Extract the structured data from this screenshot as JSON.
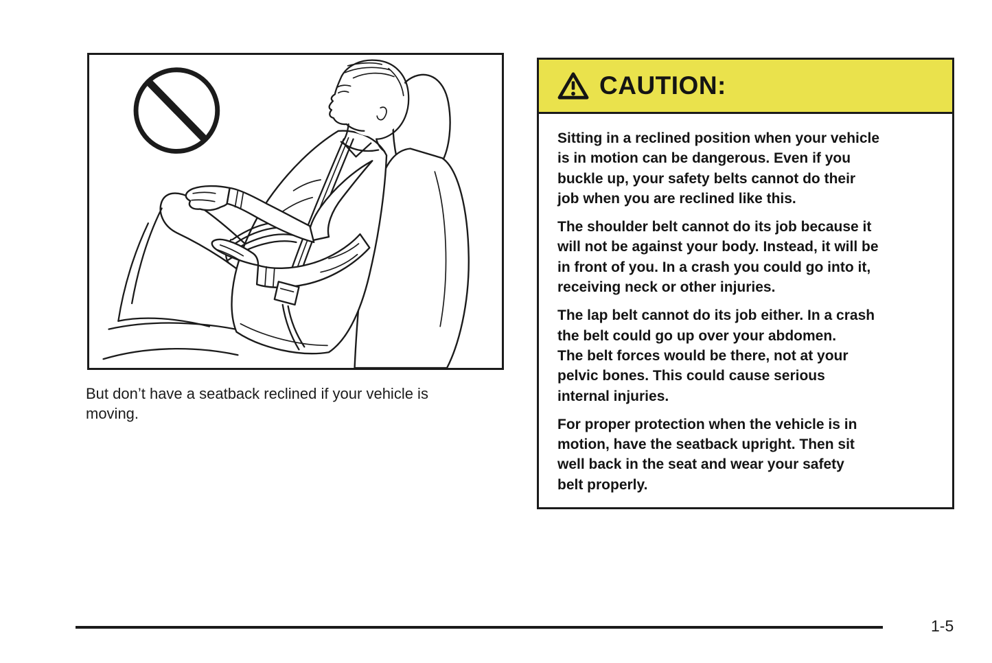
{
  "page": {
    "number": "1-5"
  },
  "figure": {
    "icon": "prohibition-circle-slash-icon",
    "subject": "person-reclined-in-vehicle-seat",
    "caption": "But don’t have a seatback reclined if your vehicle is\nmoving."
  },
  "caution": {
    "icon": "warning-triangle-icon",
    "title": "CAUTION:",
    "colors": {
      "header_bg": "#EAE24C",
      "border": "#1B1B1B",
      "text": "#141414"
    },
    "paragraphs": [
      "Sitting in a reclined position when your vehicle\nis in motion can be dangerous. Even if you\nbuckle up, your safety belts cannot do their\njob when you are reclined like this.",
      "The shoulder belt cannot do its job because it\nwill not be against your body. Instead, it will be\nin front of you. In a crash you could go into it,\nreceiving neck or other injuries.",
      "The lap belt cannot do its job either. In a crash\nthe belt could go up over your abdomen.\nThe belt forces would be there, not at your\npelvic bones. This could cause serious\ninternal injuries.",
      "For proper protection when the vehicle is in\nmotion, have the seatback upright. Then sit\nwell back in the seat and wear your safety\nbelt properly."
    ]
  }
}
